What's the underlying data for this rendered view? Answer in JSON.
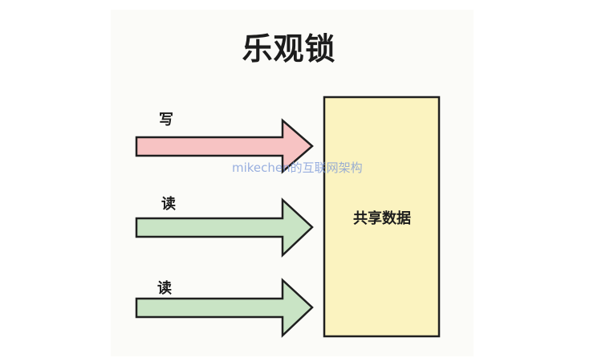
{
  "title": "乐观锁",
  "operations": [
    {
      "label": "写",
      "color": "#f7c3c3"
    },
    {
      "label": "读",
      "color": "#c9e4c5"
    },
    {
      "label": "读",
      "color": "#c9e4c5"
    }
  ],
  "shared_data": {
    "label": "共享数据",
    "color": "#fbf3c0"
  },
  "watermark": "mikechen的互联网架构",
  "stroke_color": "#1f1f1f"
}
